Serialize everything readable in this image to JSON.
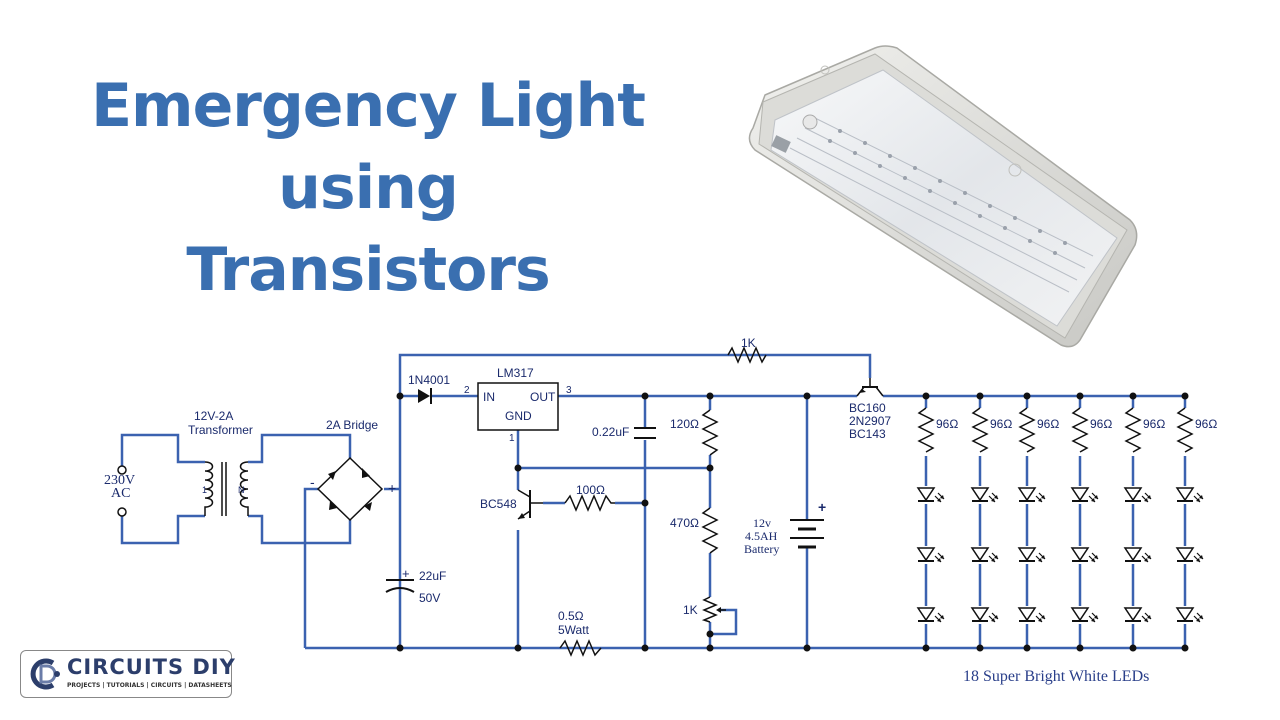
{
  "title": {
    "line1": "Emergency Light",
    "line2": "using",
    "line3": "Transistors"
  },
  "labels": {
    "ac_voltage": "230V",
    "ac": "AC",
    "transformer_rating": "12V-2A",
    "transformer": "Transformer",
    "primary": "1",
    "secondary": "N",
    "bridge": "2A Bridge",
    "minus": "-",
    "plus": "+",
    "diode": "1N4001",
    "regulator": "LM317",
    "reg_in": "IN",
    "reg_out": "OUT",
    "reg_gnd": "GND",
    "pin1": "1",
    "pin2": "2",
    "pin3": "3",
    "cap_small": "0.22uF",
    "cap_big": "22uF",
    "cap_big_voltage": "50V",
    "r_1k_top": "1K",
    "r_120": "120Ω",
    "r_470": "470Ω",
    "pot_1k": "1K",
    "r_100": "100Ω",
    "r_05": "0.5Ω",
    "r_05_power": "5Watt",
    "bc548": "BC548",
    "pnp1": "BC160",
    "pnp2": "2N2907",
    "pnp3": "BC143",
    "battery1": "12v",
    "battery2": "4.5AH",
    "battery3": "Battery",
    "led_resistor": "96Ω",
    "leds_caption": "18 Super Bright White LEDs"
  },
  "logo": {
    "word": "CIRCUITS DIY",
    "tagline": "PROJECTS | TUTORIALS | CIRCUITS | DATASHEETS"
  }
}
